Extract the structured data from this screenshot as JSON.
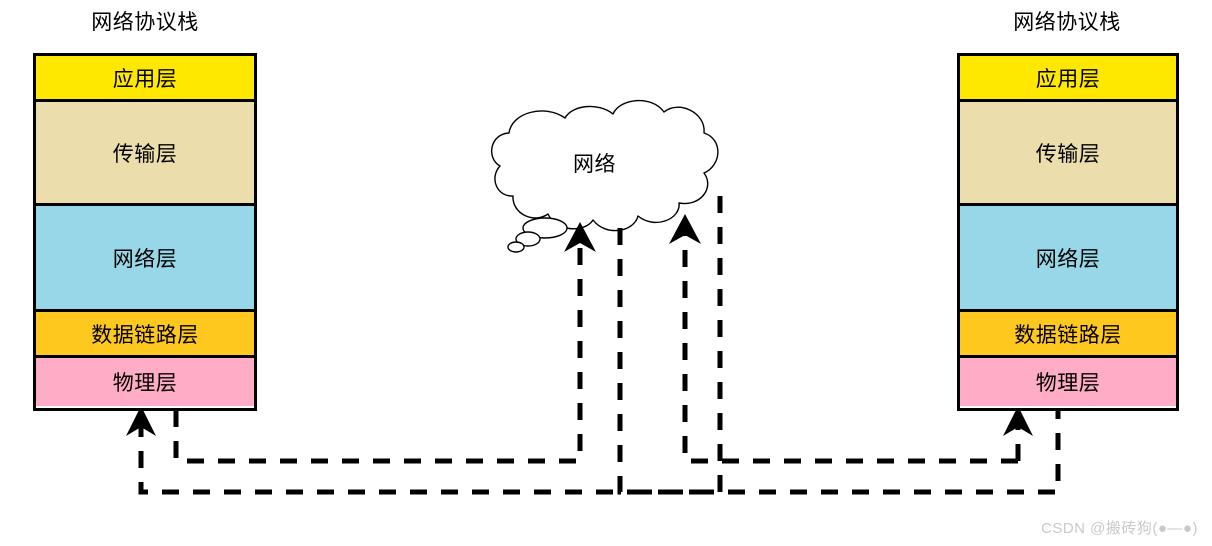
{
  "diagram": {
    "title_left": "网络协议栈",
    "title_right": "网络协议栈",
    "cloud_label": "网络",
    "layers": [
      {
        "label": "应用层",
        "color": "#FFE800",
        "height": 46
      },
      {
        "label": "传输层",
        "color": "#EBDEAC",
        "height": 104
      },
      {
        "label": "网络层",
        "color": "#97D7E8",
        "height": 106
      },
      {
        "label": "数据链路层",
        "color": "#FFC81E",
        "height": 46
      },
      {
        "label": "物理层",
        "color": "#FFACC7",
        "height": 48
      }
    ],
    "colors": {
      "application": "#FFE800",
      "transport": "#EBDEAC",
      "network": "#97D7E8",
      "datalink": "#FFC81E",
      "physical": "#FFACC7",
      "stroke": "#000000",
      "background": "#FFFFFF",
      "watermark": "#C9C9C9"
    },
    "icon_names": [
      "cloud-icon",
      "arrow-up-icon",
      "dashed-connector-icon"
    ]
  },
  "watermark": {
    "text": "CSDN @搬砖狗(●—●)"
  }
}
